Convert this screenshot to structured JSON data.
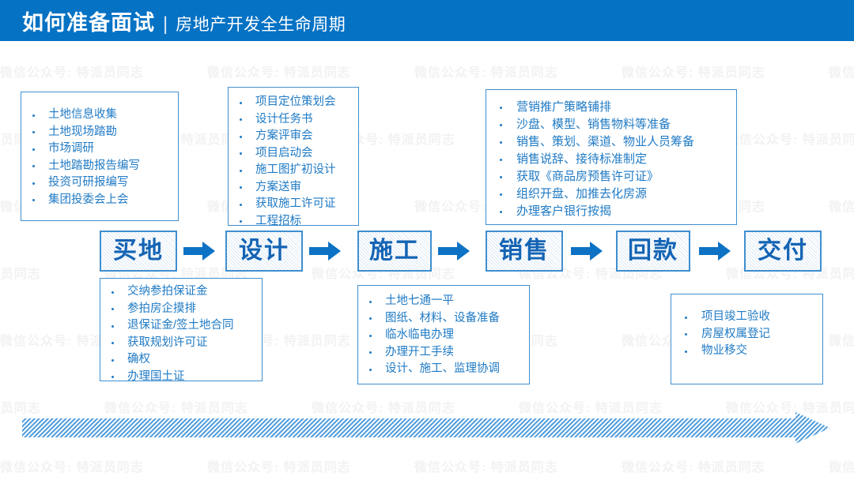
{
  "header": {
    "title_main": "如何准备面试",
    "separator": "|",
    "title_sub": "房地产开发全生命周期",
    "bar_color": "#0572C4"
  },
  "watermark": {
    "text": "微信公众号: 特派员同志",
    "color": "#F2F2F2"
  },
  "theme": {
    "accent": "#0572C4",
    "box_border": "#3F8FD0",
    "body_text": "#1F7AC4",
    "stage_text": "#1464B4",
    "stage_fill": "#DCE9F6",
    "arrow_fill": "#0D72C4",
    "timeline_fill": "#4D9BDC"
  },
  "stages": [
    {
      "label": "买地"
    },
    {
      "label": "设计"
    },
    {
      "label": "施工"
    },
    {
      "label": "销售"
    },
    {
      "label": "回款"
    },
    {
      "label": "交付"
    }
  ],
  "arrows": {
    "between_stages_icon": "right-arrow-icon",
    "timeline_icon": "long-right-arrow-icon"
  },
  "boxes": {
    "buy_land": {
      "name": "买地",
      "items": [
        "土地信息收集",
        "土地现场踏勘",
        "市场调研",
        "土地踏勘报告编写",
        "投资可研报编写",
        "集团投委会上会"
      ]
    },
    "design": {
      "name": "设计",
      "items": [
        "项目定位策划会",
        "设计任务书",
        "方案评审会",
        "项目启动会",
        "施工图扩初设计",
        "方案送审",
        "获取施工许可证",
        "工程招标"
      ]
    },
    "sales": {
      "name": "销售",
      "items": [
        "营销推广策略铺排",
        "沙盘、模型、销售物料等准备",
        "销售、策划、渠道、物业人员筹备",
        "销售说辞、接待标准制定",
        "获取《商品房预售许可证》",
        "组织开盘、加推去化房源",
        "办理客户银行按揭"
      ]
    },
    "land_procedure": {
      "name": "买地下方",
      "items": [
        "交纳参拍保证金",
        "参拍房企摸排",
        "退保证金/签土地合同",
        "获取规划许可证",
        "确权",
        "办理国土证"
      ]
    },
    "construction": {
      "name": "施工下方",
      "items": [
        "土地七通一平",
        "图纸、材料、设备准备",
        "临水临电办理",
        "办理开工手续",
        "设计、施工、监理协调"
      ]
    },
    "delivery": {
      "name": "交付下方",
      "items": [
        "项目竣工验收",
        "房屋权属登记",
        "物业移交"
      ]
    }
  }
}
